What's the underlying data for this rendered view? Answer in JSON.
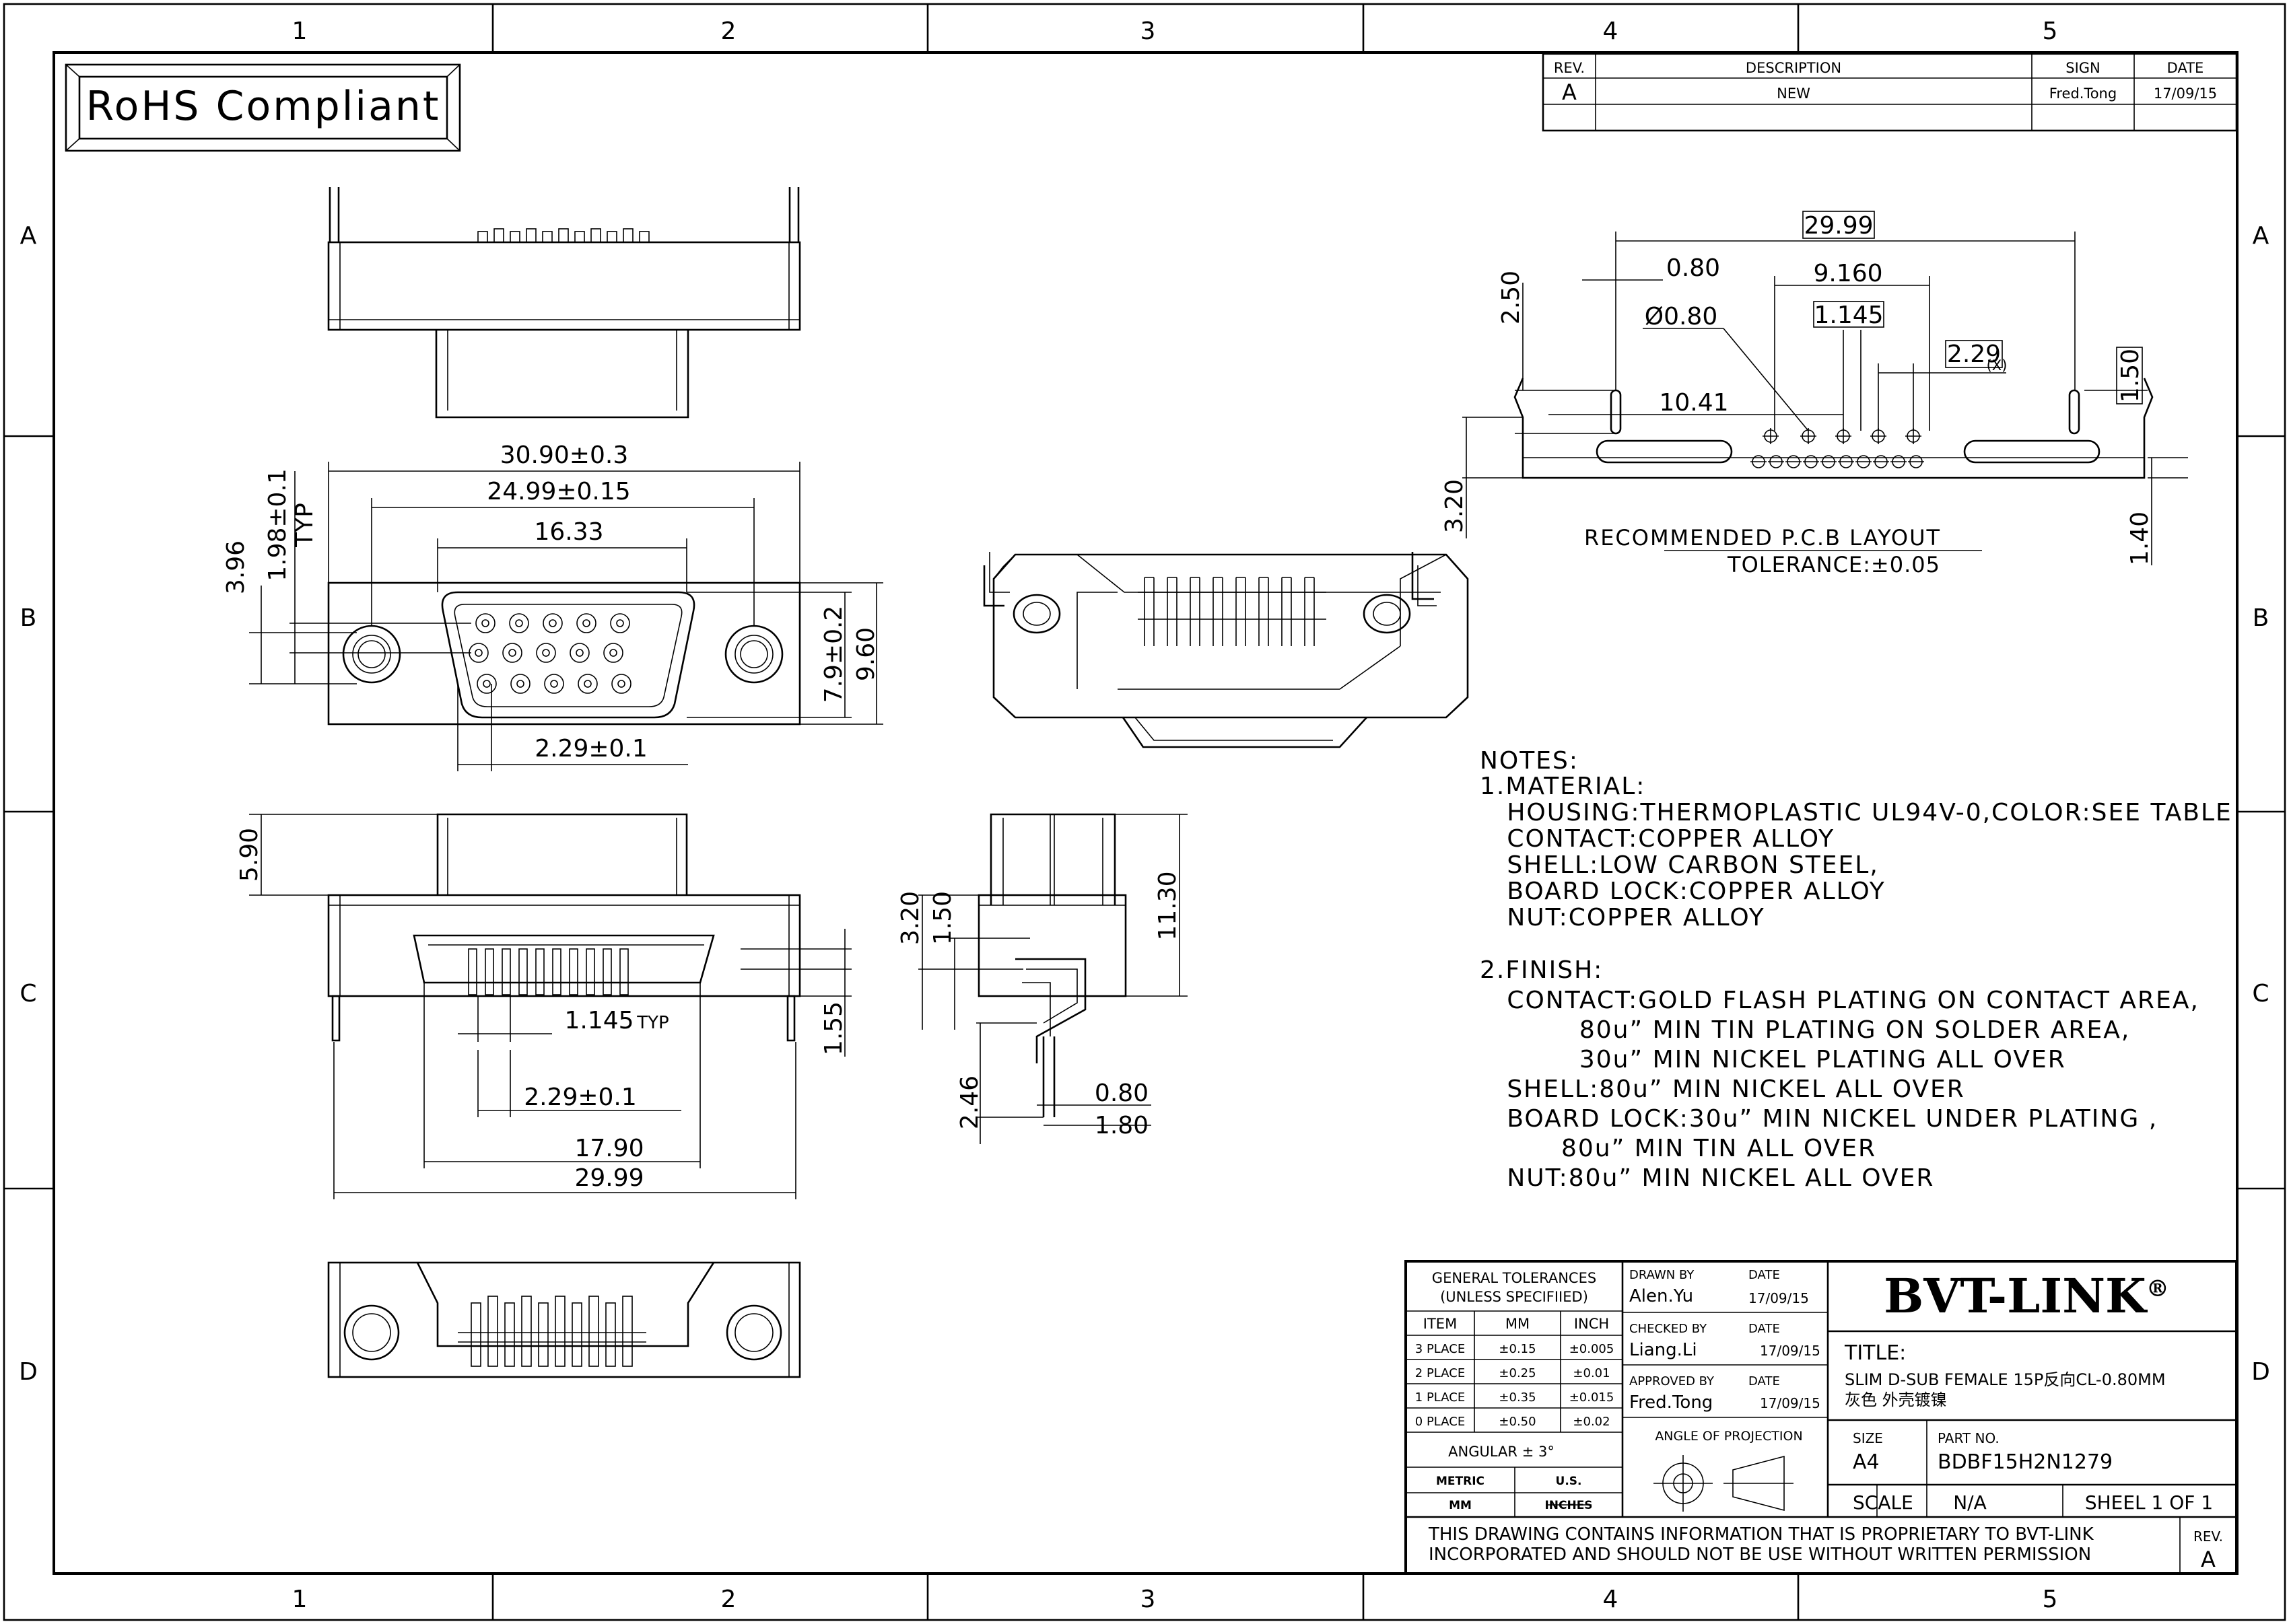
{
  "zones": {
    "columns": [
      "1",
      "2",
      "3",
      "4",
      "5"
    ],
    "rows": [
      "A",
      "B",
      "C",
      "D"
    ]
  },
  "rohs_badge": "RoHS Compliant",
  "revision_table": {
    "headers": [
      "REV.",
      "DESCRIPTION",
      "SIGN",
      "DATE"
    ],
    "rows": [
      [
        "A",
        "NEW",
        "Fred.Tong",
        "17/09/15"
      ]
    ]
  },
  "dimensions": {
    "front_width": "30.90±0.3",
    "hole_pitch": "24.99±0.15",
    "shell_width": "16.33",
    "height_396": "3.96",
    "row_offset": "1.98±0.1",
    "typ": "TYP",
    "shell_height": "7.9±0.2",
    "flange_height": "9.60",
    "pin_pitch_front": "2.29±0.1",
    "body_height": "5.90",
    "pitch_typ": "1.145",
    "pitch_typ_suffix": "TYP",
    "pin_pitch_bottom": "2.29±0.1",
    "tail_span": "17.90",
    "overall_width": "29.99",
    "tail_length": "1.55",
    "side_320": "3.20",
    "side_150": "1.50",
    "side_1130": "11.30",
    "side_246": "2.46",
    "side_080": "0.80",
    "side_180": "1.80"
  },
  "pcb_layout": {
    "title": "RECOMMENDED P.C.B LAYOUT",
    "tolerance": "TOLERANCE:±0.05",
    "dims": {
      "overall": "29.99",
      "slot_width": "0.80",
      "pad_span": "9.160",
      "hole_dia": "Ø0.80",
      "pad_pitch": "1.145",
      "row_pitch": "2.29",
      "row_pitch_suffix": "(X)",
      "slot_height": "2.50",
      "slot_length": "1.50",
      "center_dist": "10.41",
      "edge_320": "3.20",
      "edge_140": "1.40"
    }
  },
  "notes": {
    "heading": "NOTES:",
    "lines": [
      "1.MATERIAL:",
      "   HOUSING:THERMOPLASTIC UL94V-0,COLOR:SEE TABLE",
      "   CONTACT:COPPER ALLOY",
      "   SHELL:LOW CARBON STEEL,",
      "   BOARD LOCK:COPPER ALLOY",
      "   NUT:COPPER ALLOY",
      "",
      "2.FINISH:",
      "   CONTACT:GOLD FLASH PLATING ON CONTACT AREA,",
      "           80u” MIN TIN PLATING ON SOLDER AREA,",
      "           30u” MIN NICKEL PLATING ALL OVER",
      "   SHELL:80u” MIN NICKEL ALL OVER",
      "   BOARD LOCK:30u” MIN NICKEL UNDER PLATING ,",
      "         80u” MIN TIN ALL OVER",
      "   NUT:80u” MIN NICKEL ALL OVER"
    ]
  },
  "title_block": {
    "general_tol_1": "GENERAL TOLERANCES",
    "general_tol_2": "(UNLESS SPECIFIIED)",
    "tol_headers": [
      "ITEM",
      "MM",
      "INCH"
    ],
    "tol_rows": [
      [
        "3 PLACE",
        "±0.15",
        "±0.005"
      ],
      [
        "2 PLACE",
        "±0.25",
        "±0.01"
      ],
      [
        "1 PLACE",
        "±0.35",
        "±0.015"
      ],
      [
        "0 PLACE",
        "±0.50",
        "±0.02"
      ]
    ],
    "angular": "ANGULAR ± 3°",
    "metric": "METRIC",
    "us": "U.S.",
    "mm": "MM",
    "inches": "INCHES",
    "drawn_by_label": "DRAWN BY",
    "drawn_by": "Alen.Yu",
    "checked_by_label": "CHECKED BY",
    "checked_by": "Liang.Li",
    "approved_by_label": "APPROVED BY",
    "approved_by": "Fred.Tong",
    "date_label": "DATE",
    "date_drawn": "17/09/15",
    "date_checked": "17/09/15",
    "date_approved": "17/09/15",
    "projection_label": "ANGLE OF PROJECTION",
    "brand": "BVT-LINK",
    "brand_mark": "®",
    "title_label": "TITLE:",
    "title_line1": "SLIM D-SUB FEMALE 15P反向CL-0.80MM",
    "title_line2": "灰色 外壳镀镍",
    "size_label": "SIZE",
    "size": "A4",
    "part_no_label": "PART NO.",
    "part_no": "BDBF15H2N1279",
    "scale_label": "SCALE",
    "scale": "N/A",
    "sheet": "SHEEL 1 OF 1",
    "footer_1": "THIS DRAWING CONTAINS INFORMATION THAT IS PROPRIETARY TO BVT-LINK",
    "footer_2": "INCORPORATED AND SHOULD NOT BE USE WITHOUT WRITTEN PERMISSION",
    "rev_label": "REV.",
    "rev": "A"
  }
}
